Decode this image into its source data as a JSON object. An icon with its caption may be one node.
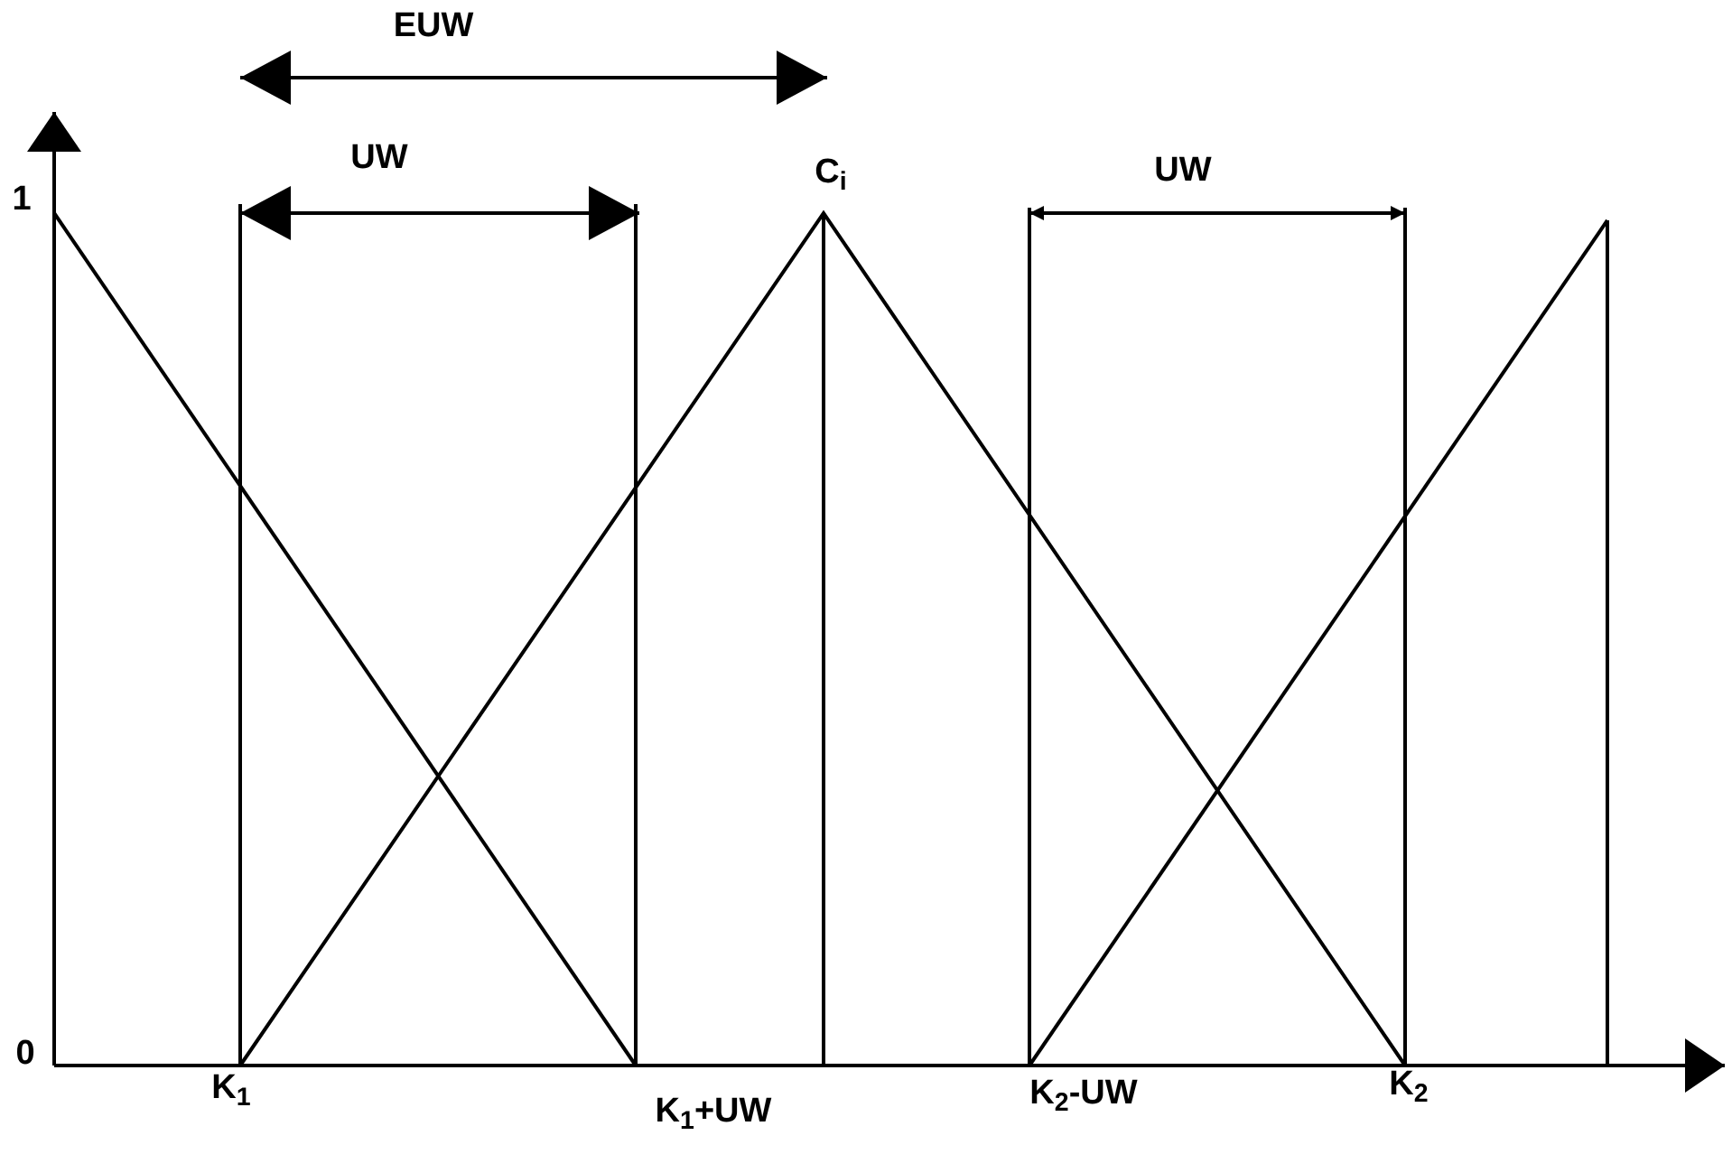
{
  "diagram": {
    "labels": [
      "EUW",
      "UW",
      "1",
      "C$_{i}$",
      "UW",
      "0",
      "K$_{1}$",
      "K$_{1}$+UW",
      "K$_{2}$-UW",
      "K$_{2}$"
    ]
  }
}
